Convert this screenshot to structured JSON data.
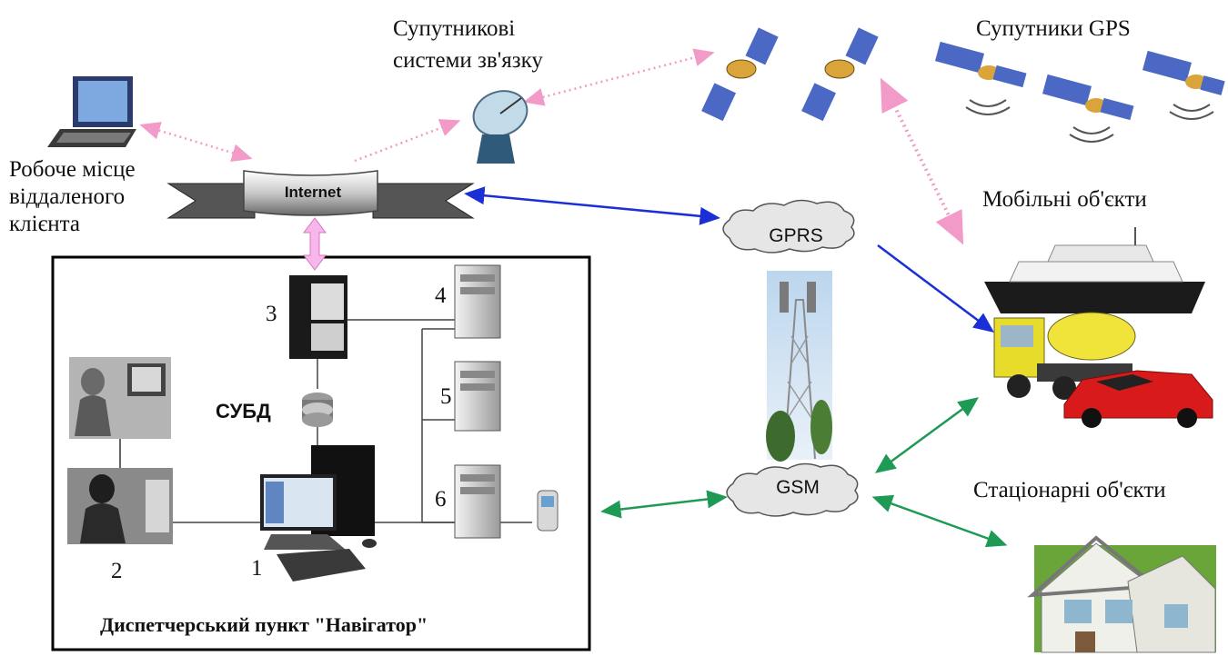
{
  "labels": {
    "satcom": [
      "Супутникові",
      "системи зв'язку"
    ],
    "gps": "Супутники GPS",
    "remote": [
      "Робоче місце",
      "віддаленого",
      "клієнта"
    ],
    "internet": "Internet",
    "mobile": "Мобільні об'єкти",
    "gprs": "GPRS",
    "gsm": "GSM",
    "stationary": "Стаціонарні об'єкти",
    "dbms": "СУБД",
    "dispatch": "Диспетчерський пункт \"Навігатор\""
  },
  "numbers": {
    "n1": "1",
    "n2": "2",
    "n3": "3",
    "n4": "4",
    "n5": "5",
    "n6": "6"
  },
  "colors": {
    "pink_dotted": "#f29ac8",
    "blue_arrow": "#1a2fd6",
    "green_arrow": "#1f9a55",
    "pink_double_arrow": "#f2a0e0",
    "frame": "#000000"
  }
}
